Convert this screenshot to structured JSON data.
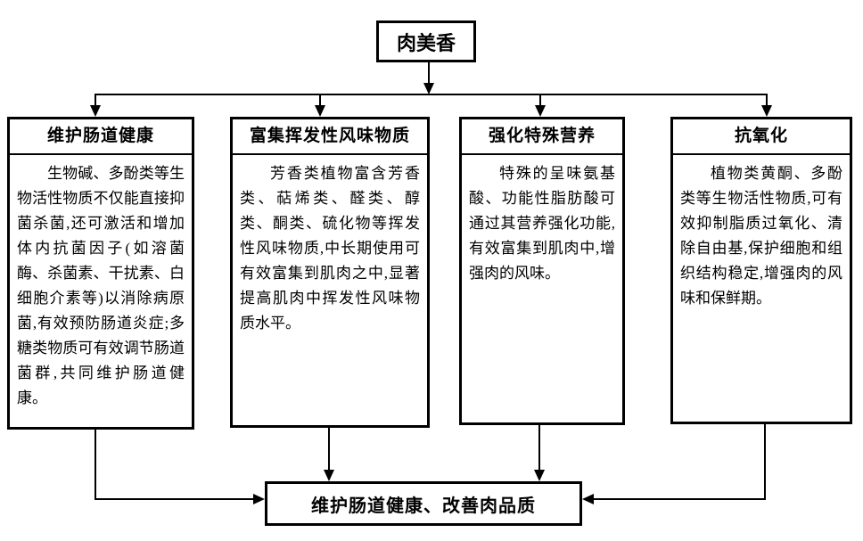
{
  "title_box": {
    "label": "肉美香"
  },
  "branches": [
    {
      "title": "维护肠道健康",
      "body": "生物碱、多酚类等生物活性物质不仅能直接抑菌杀菌,还可激活和增加体内抗菌因子(如溶菌酶、杀菌素、干扰素、白细胞介素等)以消除病原菌,有效预防肠道炎症;多糖类物质可有效调节肠道菌群,共同维护肠道健康。"
    },
    {
      "title": "富集挥发性风味物质",
      "body": "芳香类植物富含芳香类、萜烯类、醛类、醇类、酮类、硫化物等挥发性风味物质,中长期使用可有效富集到肌肉之中,显著提高肌肉中挥发性风味物质水平。"
    },
    {
      "title": "强化特殊营养",
      "body": "特殊的呈味氨基酸、功能性脂肪酸可通过其营养强化功能,有效富集到肌肉中,增强肉的风味。"
    },
    {
      "title": "抗氧化",
      "body": "植物类黄酮、多酚类等生物活性物质,可有效抑制脂质过氧化、清除自由基,保护细胞和组织结构稳定,增强肉的风味和保鲜期。"
    }
  ],
  "result_box": {
    "label": "维护肠道健康、改善肉品质"
  },
  "colors": {
    "border": "#000000",
    "text": "#000000",
    "background": "#ffffff"
  }
}
